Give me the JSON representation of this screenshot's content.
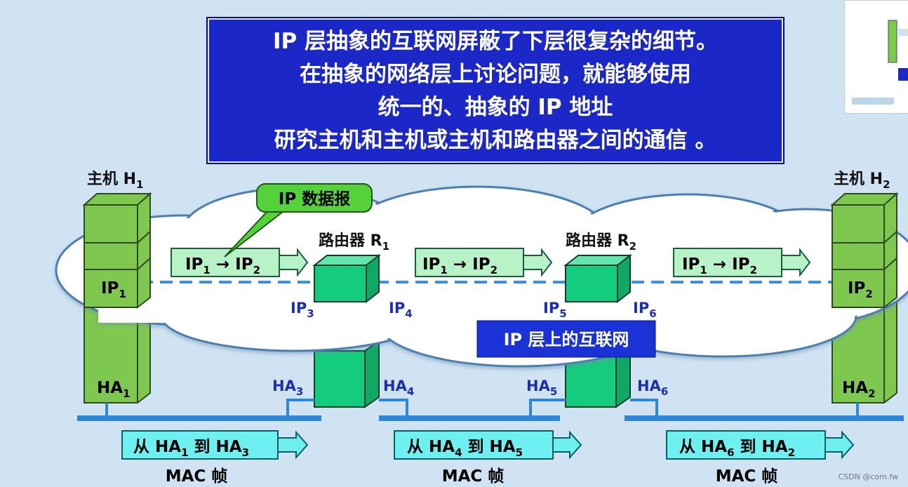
{
  "banner": {
    "line1": "IP 层抽象的互联网屏蔽了下层很复杂的细节。",
    "line2": "在抽象的网络层上讨论问题，就能够使用",
    "line3": "统一的、抽象的 IP 地址",
    "line4": "研究主机和主机或主机和路由器之间的通信 。"
  },
  "hosts": {
    "h1": {
      "label": "主机 H",
      "sub": "1",
      "ip": "IP",
      "ip_sub": "1",
      "ha": "HA",
      "ha_sub": "1"
    },
    "h2": {
      "label": "主机 H",
      "sub": "2",
      "ip": "IP",
      "ip_sub": "2",
      "ha": "HA",
      "ha_sub": "2"
    }
  },
  "routers": {
    "r1": {
      "label": "路由器 R",
      "sub": "1",
      "ip_l": "IP",
      "ip_l_sub": "3",
      "ip_r": "IP",
      "ip_r_sub": "4",
      "ha_l": "HA",
      "ha_l_sub": "3",
      "ha_r": "HA",
      "ha_r_sub": "4"
    },
    "r2": {
      "label": "路由器 R",
      "sub": "2",
      "ip_l": "IP",
      "ip_l_sub": "5",
      "ip_r": "IP",
      "ip_r_sub": "6",
      "ha_l": "HA",
      "ha_l_sub": "5",
      "ha_r": "HA",
      "ha_r_sub": "6"
    }
  },
  "callout": "IP 数据报",
  "cloud_label": "IP 层上的互联网",
  "datagram": {
    "from": "IP",
    "from_sub": "1",
    "arrow": "→",
    "to": "IP",
    "to_sub": "2"
  },
  "frames": [
    {
      "from_pre": "从 HA",
      "from_sub": "1",
      "mid": " 到 HA",
      "to_sub": "3",
      "caption": "MAC 帧"
    },
    {
      "from_pre": "从 HA",
      "from_sub": "4",
      "mid": " 到 HA",
      "to_sub": "5",
      "caption": "MAC 帧"
    },
    {
      "from_pre": "从 HA",
      "from_sub": "6",
      "mid": " 到 HA",
      "to_sub": "2",
      "caption": "MAC 帧"
    }
  ],
  "watermark": "CSDN @com.fw",
  "colors": {
    "banner": "#1c27c8",
    "host": "#7ec850",
    "router": "#14cc7e",
    "link": "#2f86d8",
    "datagram": "#b8f3c8",
    "frame": "#6ff0f0",
    "cloud_label": "#1b33d6"
  }
}
